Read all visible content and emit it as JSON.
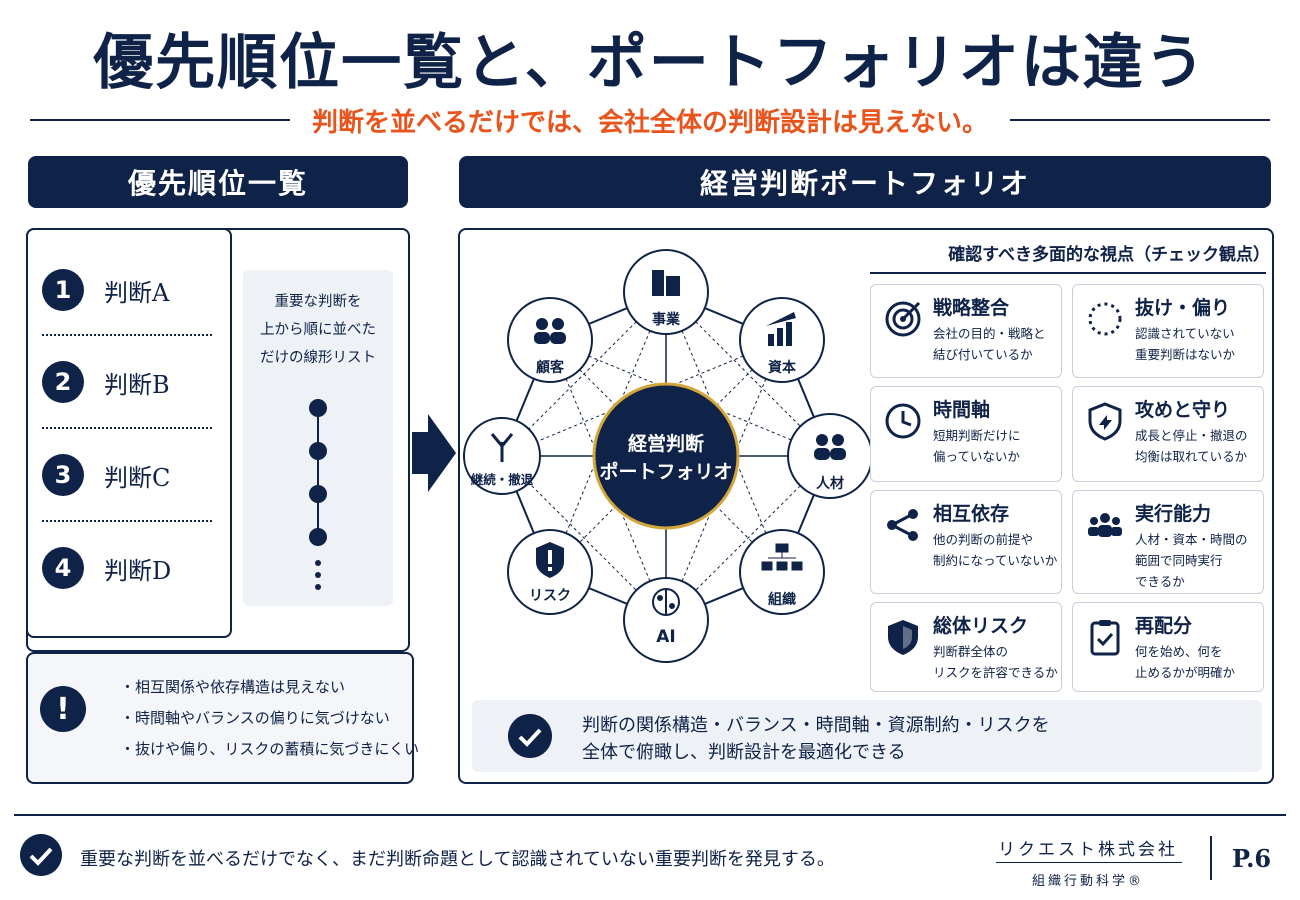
{
  "title": "優先順位一覧と、ポートフォリオは違う",
  "subtitle": "判断を並べるだけでは、会社全体の判断設計は見えない。",
  "left": {
    "banner": "優先順位一覧",
    "items": [
      {
        "num": "1",
        "label": "判断A"
      },
      {
        "num": "2",
        "label": "判断B"
      },
      {
        "num": "3",
        "label": "判断C"
      },
      {
        "num": "4",
        "label": "判断D"
      }
    ],
    "note_lines": [
      "重要な判断を",
      "上から順に並べた",
      "だけの線形リスト"
    ],
    "warnings": [
      "・相互関係や依存構造は見えない",
      "・時間軸やバランスの偏りに気づけない",
      "・抜けや偏り、リスクの蓄積に気づきにくい"
    ],
    "warn_mark": "!"
  },
  "right": {
    "banner": "経営判断ポートフォリオ",
    "center_line1": "経営判断",
    "center_line2": "ポートフォリオ",
    "nodes": [
      "事業",
      "資本",
      "人材",
      "組織",
      "AI",
      "リスク",
      "継続・撤退",
      "顧客"
    ],
    "check_heading": "確認すべき多面的な視点（チェック観点）",
    "cards": [
      {
        "title": "戦略整合",
        "desc": "会社の目的・戦略と\n結び付いているか",
        "icon": "target-icon"
      },
      {
        "title": "抜け・偏り",
        "desc": "認識されていない\n重要判断はないか",
        "icon": "dotted-circle-icon"
      },
      {
        "title": "時間軸",
        "desc": "短期判断だけに\n偏っていないか",
        "icon": "clock-icon"
      },
      {
        "title": "攻めと守り",
        "desc": "成長と停止・撤退の\n均衡は取れているか",
        "icon": "shield-arrow-icon"
      },
      {
        "title": "相互依存",
        "desc": "他の判断の前提や\n制約になっていないか",
        "icon": "share-icon"
      },
      {
        "title": "実行能力",
        "desc": "人材・資本・時間の\n範囲で同時実行\nできるか",
        "icon": "team-icon"
      },
      {
        "title": "総体リスク",
        "desc": "判断群全体の\nリスクを許容できるか",
        "icon": "shield-icon"
      },
      {
        "title": "再配分",
        "desc": "何を始め、何を\n止めるかが明確か",
        "icon": "clipboard-check-icon"
      }
    ],
    "result_text": "判断の関係構造・バランス・時間軸・資源制約・リスクを\n全体で俯瞰し、判断設計を最適化できる"
  },
  "footer": {
    "text": "重要な判断を並べるだけでなく、まだ判断命題として認識されていない重要判断を発見する。",
    "company": "リクエスト株式会社",
    "dept": "組織行動科学®",
    "page": "P.6"
  },
  "colors": {
    "navy": "#0f2247",
    "orange": "#e8541c",
    "gold": "#d4a53a",
    "panel": "#eef1f6"
  }
}
